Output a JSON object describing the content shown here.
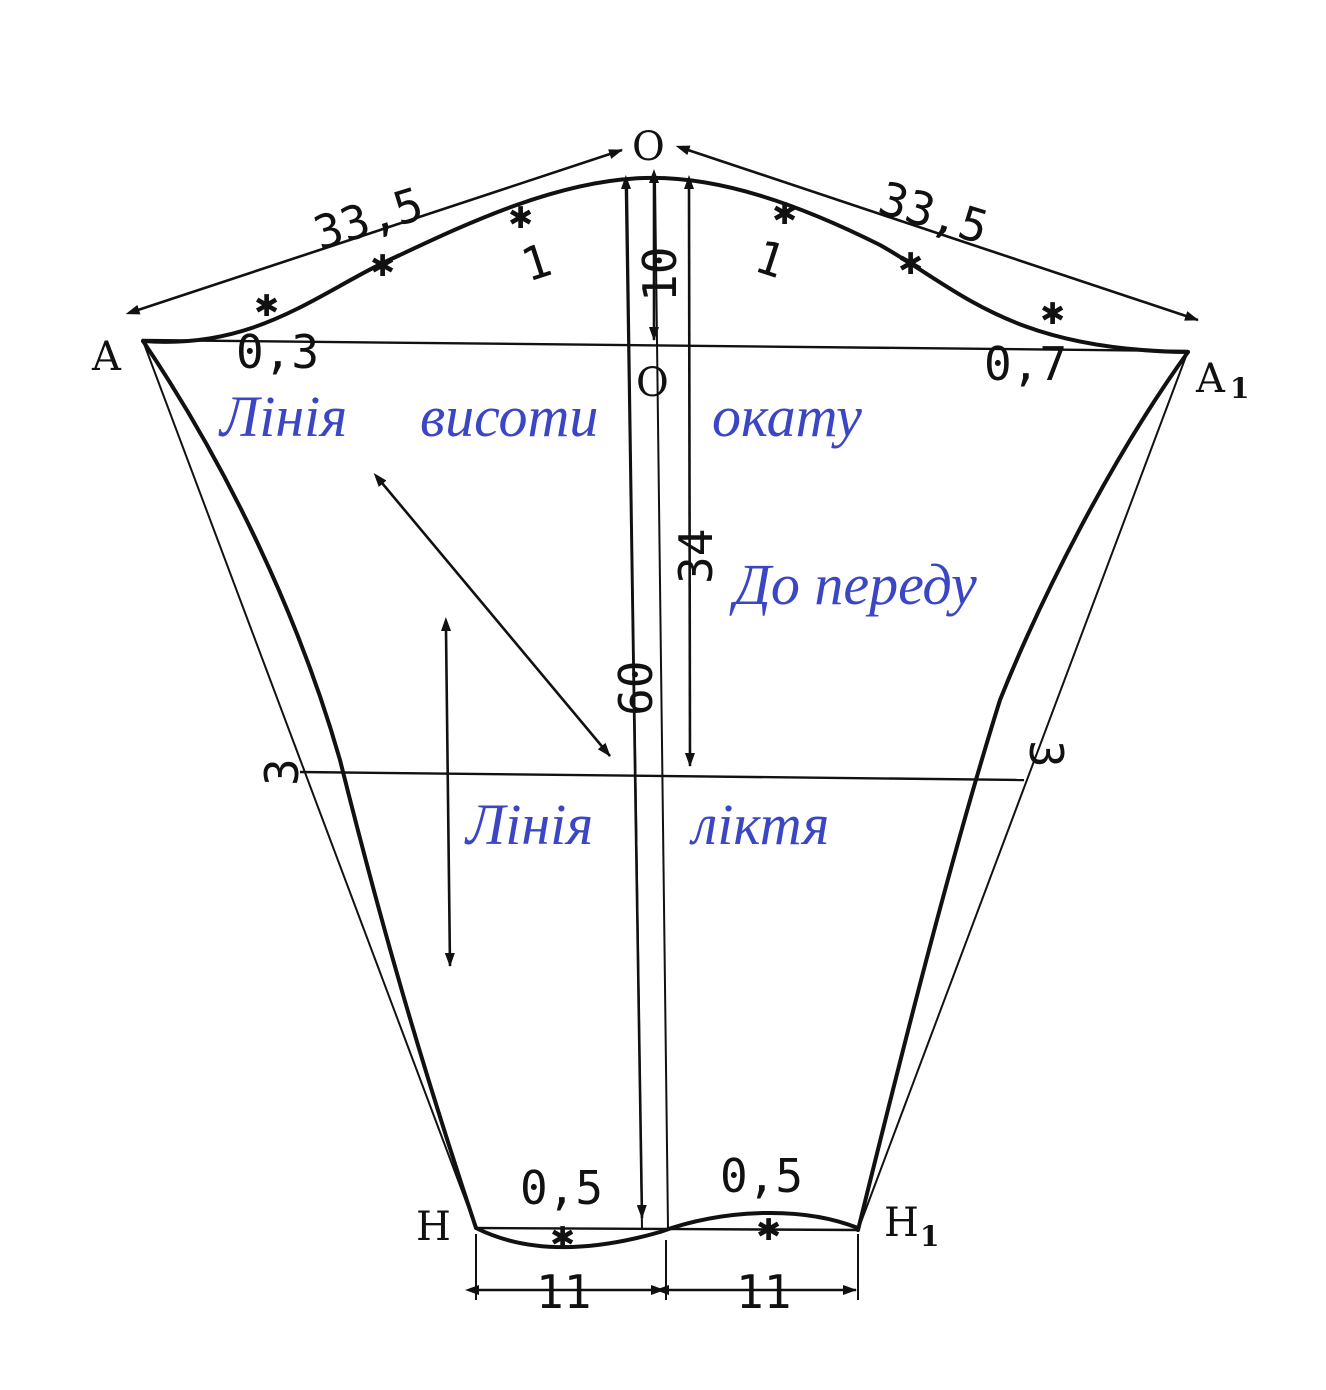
{
  "points": {
    "O_top": "O",
    "O_mid": "O",
    "A": "A",
    "A1": "A",
    "A1_sub": "1",
    "H": "H",
    "H1": "H",
    "H1_sub": "1"
  },
  "dimensions": {
    "cap_left": "33,5",
    "cap_right": "33,5",
    "left_offset_1": "1",
    "right_offset_1": "1",
    "cap_height": "10",
    "left_03": "0,3",
    "right_07": "0,7",
    "to_elbow": "34",
    "full_length": "60",
    "left_3": "3",
    "right_3": "3",
    "bottom_left_05": "0,5",
    "bottom_right_05": "0,5",
    "bottom_left_11": "11",
    "bottom_right_11": "11"
  },
  "captions": {
    "cap_line_w1": "Лінія",
    "cap_line_w2": "висоти",
    "cap_line_w3": "окату",
    "to_front": "До переду",
    "elbow_w1": "Лінія",
    "elbow_w2": "ліктя"
  }
}
